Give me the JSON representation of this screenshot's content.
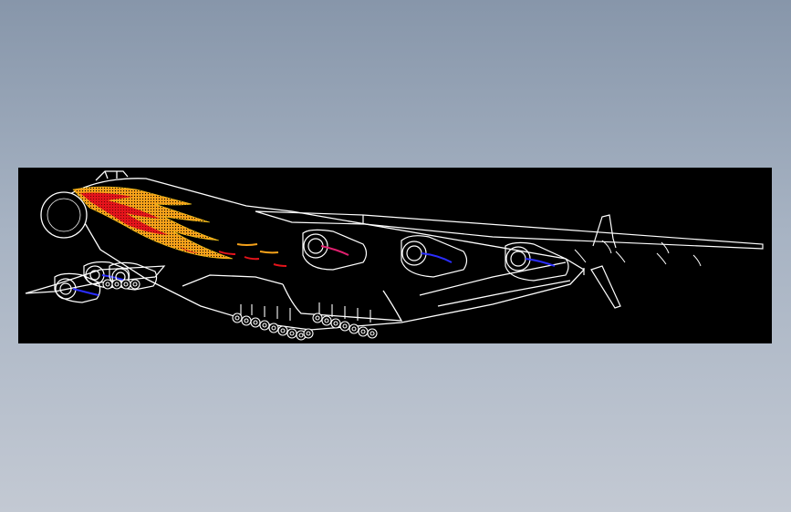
{
  "canvas": {
    "background_color": "#000000",
    "page_gradient_top": "#8796aa",
    "page_gradient_bottom": "#c3c9d3"
  },
  "drawing": {
    "subject": "cargo-aircraft-line-drawing",
    "line_color": "#ffffff",
    "flame_colors": {
      "orange": "#f6a21a",
      "red": "#e3141b",
      "yellow": "#ffd21e"
    },
    "engine_accent_colors": [
      "#2a2dff",
      "#e0206f"
    ],
    "engine_count": 6,
    "wheel_count": 20
  }
}
